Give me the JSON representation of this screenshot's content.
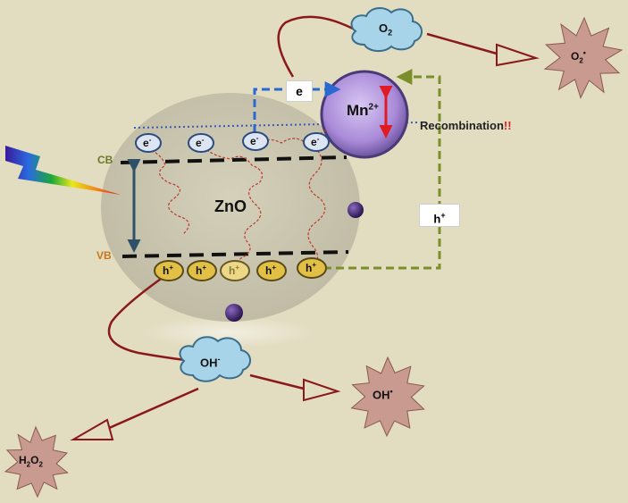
{
  "diagram": {
    "colors": {
      "background": "#e2dcc0",
      "particle": "#cbc7b0",
      "electron_path": "#c0392b",
      "hole_path": "#7a8f2a",
      "band_line": "#111111",
      "bandgap_arrow": "#2e5168",
      "dopant": "#b8a0e0",
      "arrow_red": "#e01b24",
      "star": "#c99a8f",
      "cloud": "#a8d4ea",
      "ion_dot": "#4a2a7a",
      "hole_fill": "#e2c046",
      "electron_fill": "#dde4f2",
      "recombination_excl": "#d8232a"
    },
    "labels": {
      "cb": "CB",
      "vb": "VB",
      "semiconductor": "ZnO",
      "dopant": "Mn",
      "dopant_charge": "2+",
      "recombination": "Recombination",
      "recombination_excl": "!!",
      "electron_transfer_box": "e",
      "hole_transfer_box": "h",
      "hole_transfer_sup": "+"
    },
    "electrons": [
      {
        "base": "e",
        "sup": "-"
      },
      {
        "base": "e",
        "sup": "-"
      },
      {
        "base": "e",
        "sup": "-"
      },
      {
        "base": "e",
        "sup": "-"
      }
    ],
    "holes": [
      {
        "base": "h",
        "sup": "+"
      },
      {
        "base": "h",
        "sup": "+"
      },
      {
        "base": "h",
        "sup": "+"
      },
      {
        "base": "h",
        "sup": "+"
      },
      {
        "base": "h",
        "sup": "+"
      }
    ],
    "species": {
      "o2": {
        "base": "O",
        "sub": "2"
      },
      "superoxide": {
        "base": "O",
        "sub": "2",
        "sup": "•"
      },
      "hydroxide": {
        "base": "OH",
        "sup": "-"
      },
      "hydroxyl_radical": {
        "base": "OH",
        "sup": "•"
      },
      "hydrogen_peroxide": {
        "parts": [
          "H",
          "2",
          "O",
          "2"
        ]
      }
    }
  }
}
